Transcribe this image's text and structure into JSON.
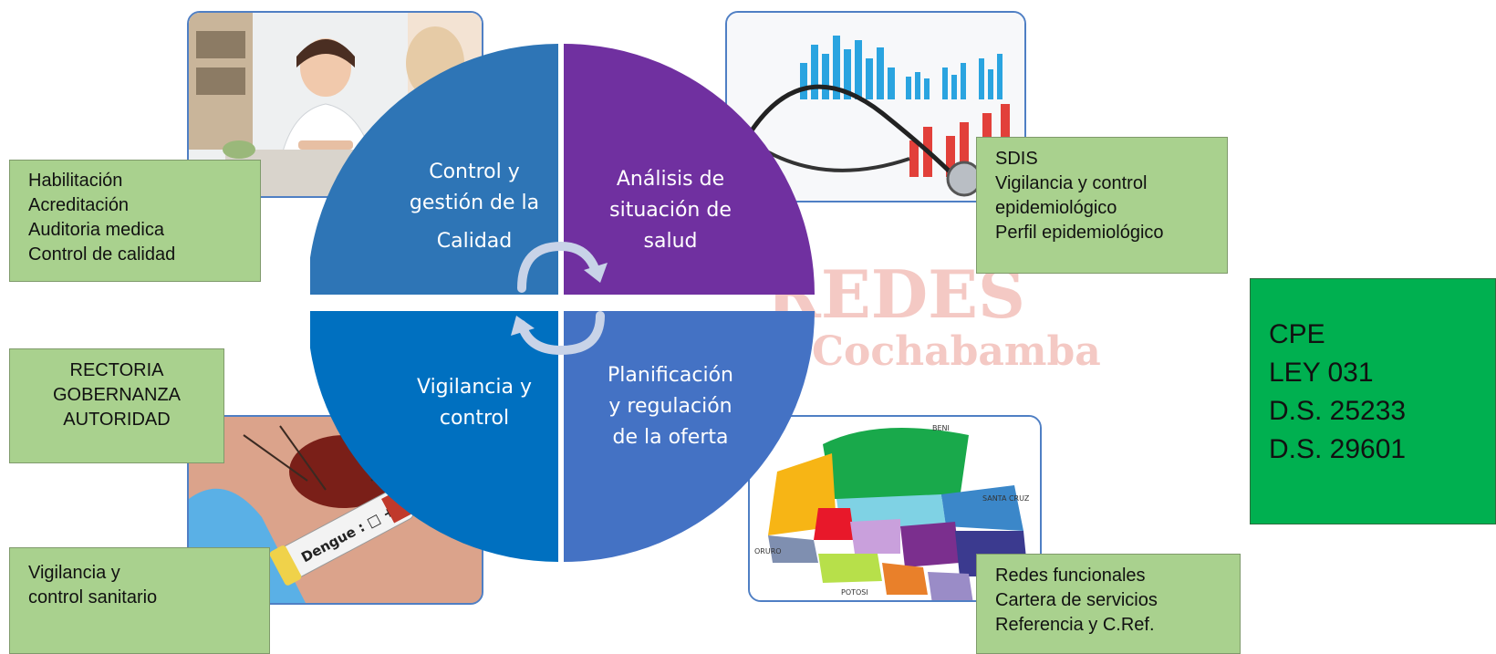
{
  "watermark": {
    "line1": "REDES",
    "line2": "Cochabamba"
  },
  "quadrants": {
    "top_left": {
      "lines": [
        "Control y",
        "gestión de la",
        "Calidad"
      ],
      "color": "#2e75b6"
    },
    "top_right": {
      "lines": [
        "Análisis de",
        "situación de",
        "salud"
      ],
      "color": "#7030a0"
    },
    "bottom_left": {
      "lines": [
        "Vigilancia y",
        "control"
      ],
      "color": "#0070c0"
    },
    "bottom_right": {
      "lines": [
        "Planificación",
        "y regulación",
        "de la oferta"
      ],
      "color": "#4472c4"
    }
  },
  "boxes": {
    "calidad": [
      "Habilitación",
      "Acreditación",
      "Auditoria medica",
      "Control de calidad"
    ],
    "analisis": [
      "SDIS",
      "Vigilancia y control",
      "epidemiológico",
      "Perfil epidemiológico"
    ],
    "rectoria": [
      "RECTORIA",
      "GOBERNANZA",
      "AUTORIDAD"
    ],
    "vigilancia": [
      "Vigilancia y",
      "control sanitario"
    ],
    "redes": [
      "Redes funcionales",
      "Cartera de servicios",
      "Referencia y C.Ref."
    ]
  },
  "legal": [
    "CPE",
    "LEY 031",
    "D.S. 25233",
    "D.S. 29601"
  ],
  "photos": {
    "dengue_label": "Dengue : □ + ☑",
    "map_labels": [
      "BENI",
      "SANTA CRUZ",
      "POTOSI",
      "ORURO"
    ]
  },
  "colors": {
    "green_box": "#a9d18e",
    "legal_box": "#00b050",
    "photo_border": "#4f7fc4"
  }
}
